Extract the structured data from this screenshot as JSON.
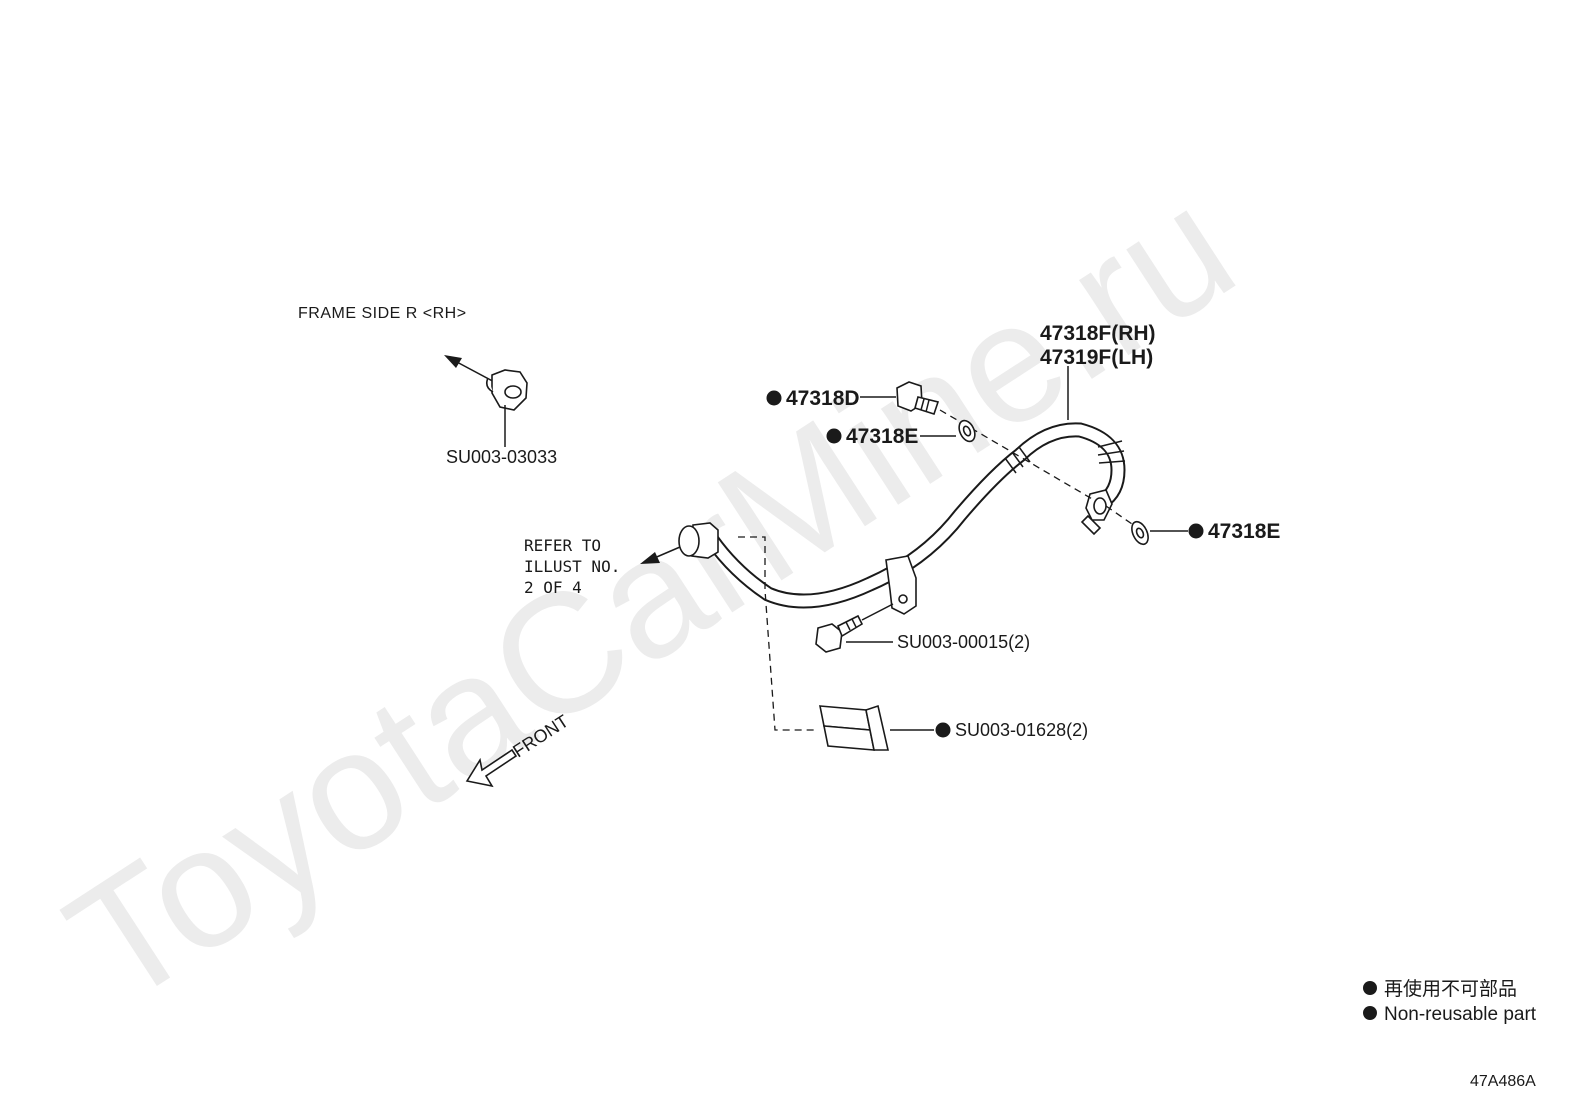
{
  "watermark": "ToyotaCarMine.ru",
  "labels": {
    "frame_side": "FRAME SIDE R <RH>",
    "refer_line1": "REFER TO",
    "refer_line2": "ILLUST NO.",
    "refer_line3": "2 OF 4",
    "front": "FRONT"
  },
  "parts": {
    "p1": "SU003-03033",
    "p2_rh": "47318F(RH)",
    "p2_lh": "47319F(LH)",
    "p3": "47318D",
    "p4": "47318E",
    "p5": "47318E",
    "p6": "SU003-00015(2)",
    "p7": "SU003-01628(2)"
  },
  "legend": {
    "jp": "再使用不可部品",
    "en": "Non-reusable part"
  },
  "diagram_id": "47A486A"
}
